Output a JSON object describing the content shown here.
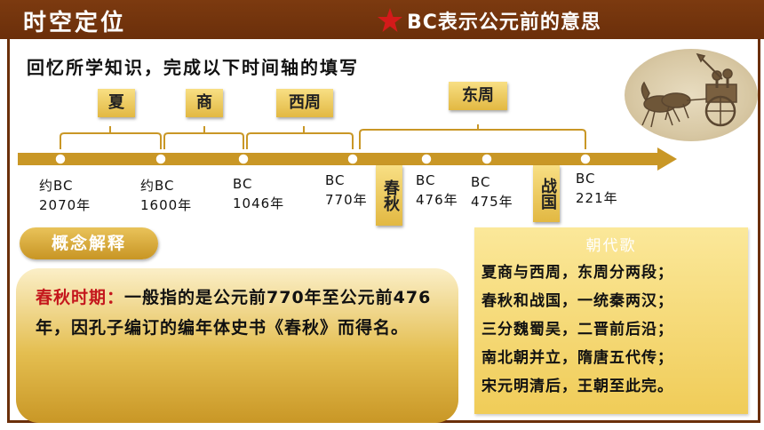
{
  "header": {
    "title": "时空定位",
    "note": "BC表示公元前的意思",
    "accent": "#6b2f0a",
    "star_color": "#d41a1a"
  },
  "instruction": "回忆所学知识，完成以下时间轴的填写",
  "dynasties": {
    "xia": "夏",
    "shang": "商",
    "xizhou": "西周",
    "dongzhou": "东周",
    "chunqiu": "春秋",
    "zhanguo": "战国"
  },
  "ticks": [
    {
      "line1": "约BC",
      "line2": "2070年"
    },
    {
      "line1": "约BC",
      "line2": "1600年"
    },
    {
      "line1": "BC",
      "line2": "1046年"
    },
    {
      "line1": "BC",
      "line2": "770年"
    },
    {
      "line1": "BC",
      "line2": "476年"
    },
    {
      "line1": "BC",
      "line2": "475年"
    },
    {
      "line1": "BC",
      "line2": "221年"
    }
  ],
  "concept": {
    "label": "概念解释",
    "term": "春秋时期：",
    "definition": "一般指的是公元前770年至公元前476年，因孔子编订的编年体史书《春秋》而得名。"
  },
  "song": {
    "title": "朝代歌",
    "lines": [
      "夏商与西周，东周分两段；",
      "春秋和战国，一统秦两汉；",
      "三分魏蜀吴，二晋前后沿；",
      "南北朝并立，隋唐五代传；",
      "宋元明清后，王朝至此完。"
    ]
  },
  "colors": {
    "gold": "#e2b842",
    "axis": "#c99726",
    "term": "#c4161c"
  }
}
